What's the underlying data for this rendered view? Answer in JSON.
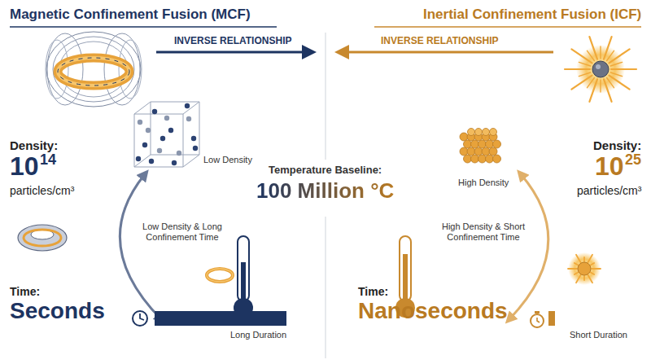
{
  "diagram": {
    "labels": [
      "Magnetic Confinement Fusion (MCF)",
      "Inertial Confinement Fusion (ICF)",
      "INVERSE RELATIONSHIP",
      "INVERSE RELATIONSHIP",
      "Density:",
      "10",
      "14",
      "particles/cm³",
      "Low Density",
      "High Density",
      "Density:",
      "10",
      "25",
      "particles/cm³",
      "Temperature Baseline:",
      "100 Million °C",
      "Low Density & Long Confinement Time",
      "High Density & Short Confinement Time",
      "Time:",
      "Seconds",
      "Long Duration",
      "Time:",
      "Nanoseconds",
      "Short Duration"
    ]
  }
}
